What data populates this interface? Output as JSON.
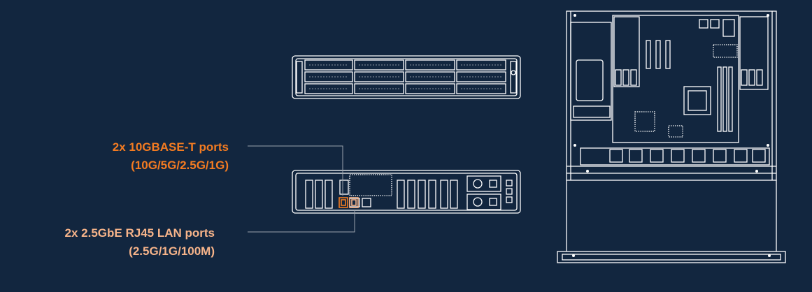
{
  "callouts": {
    "ten_gig": {
      "line1": "2x 10GBASE-T ports",
      "line2": "(10G/5G/2.5G/1G)",
      "color": "#f37b21"
    },
    "two_five_gig": {
      "line1": "2x 2.5GbE RJ45 LAN ports",
      "line2": "(2.5G/1G/100M)",
      "color": "#f7b48a"
    }
  },
  "colors": {
    "background": "#12263f",
    "line_art": "#ffffff",
    "leader": "#9aa3ad"
  }
}
